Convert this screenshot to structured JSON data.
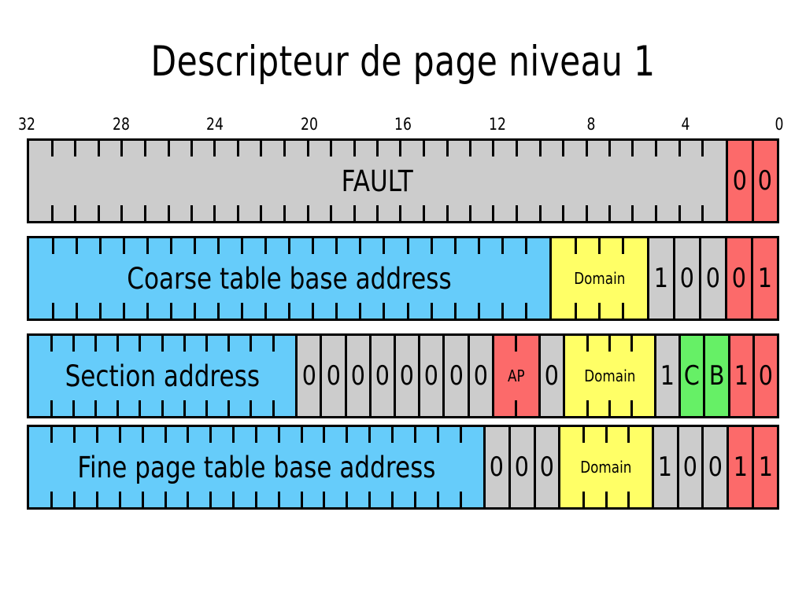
{
  "title": "Descripteur de page niveau 1",
  "colors": {
    "gray": "#cccccc",
    "blue": "#66ccfa",
    "yellow": "#ffff66",
    "red": "#fc6a6a",
    "green": "#66f066",
    "outline": "#000000",
    "background": "#ffffff"
  },
  "scale": {
    "bits_total": 32,
    "labels": [
      "32",
      "28",
      "24",
      "20",
      "16",
      "12",
      "8",
      "4",
      "0"
    ],
    "label_bits": [
      32,
      28,
      24,
      20,
      16,
      12,
      8,
      4,
      0
    ]
  },
  "rows": [
    {
      "name": "fault-descriptor",
      "cells": [
        {
          "label": "FAULT",
          "bits": 30,
          "color": "gray",
          "ticks": 30,
          "size": "wide-label"
        },
        {
          "label": "0",
          "bits": 1,
          "color": "red",
          "ticks": 1,
          "size": "normal"
        },
        {
          "label": "0",
          "bits": 1,
          "color": "red",
          "ticks": 1,
          "size": "normal"
        }
      ]
    },
    {
      "name": "coarse-page-table-descriptor",
      "cells": [
        {
          "label": "Coarse table base address",
          "bits": 22,
          "color": "blue",
          "ticks": 22,
          "size": "wide-label"
        },
        {
          "label": "Domain",
          "bits": 4,
          "color": "yellow",
          "ticks": 4,
          "size": "small"
        },
        {
          "label": "1",
          "bits": 1,
          "color": "gray",
          "ticks": 1,
          "size": "normal"
        },
        {
          "label": "0",
          "bits": 1,
          "color": "gray",
          "ticks": 1,
          "size": "normal"
        },
        {
          "label": "0",
          "bits": 1,
          "color": "gray",
          "ticks": 1,
          "size": "normal"
        },
        {
          "label": "0",
          "bits": 1,
          "color": "red",
          "ticks": 1,
          "size": "normal"
        },
        {
          "label": "1",
          "bits": 1,
          "color": "red",
          "ticks": 1,
          "size": "normal"
        }
      ]
    },
    {
      "name": "section-descriptor",
      "cells": [
        {
          "label": "Section address",
          "bits": 12,
          "color": "blue",
          "ticks": 12,
          "size": "wide-label"
        },
        {
          "label": "0",
          "bits": 1,
          "color": "gray",
          "ticks": 1,
          "size": "normal"
        },
        {
          "label": "0",
          "bits": 1,
          "color": "gray",
          "ticks": 1,
          "size": "normal"
        },
        {
          "label": "0",
          "bits": 1,
          "color": "gray",
          "ticks": 1,
          "size": "normal"
        },
        {
          "label": "0",
          "bits": 1,
          "color": "gray",
          "ticks": 1,
          "size": "normal"
        },
        {
          "label": "0",
          "bits": 1,
          "color": "gray",
          "ticks": 1,
          "size": "normal"
        },
        {
          "label": "0",
          "bits": 1,
          "color": "gray",
          "ticks": 1,
          "size": "normal"
        },
        {
          "label": "0",
          "bits": 1,
          "color": "gray",
          "ticks": 1,
          "size": "normal"
        },
        {
          "label": "0",
          "bits": 1,
          "color": "gray",
          "ticks": 1,
          "size": "normal"
        },
        {
          "label": "AP",
          "bits": 2,
          "color": "red",
          "ticks": 2,
          "size": "small"
        },
        {
          "label": "0",
          "bits": 1,
          "color": "gray",
          "ticks": 1,
          "size": "normal"
        },
        {
          "label": "Domain",
          "bits": 4,
          "color": "yellow",
          "ticks": 4,
          "size": "small"
        },
        {
          "label": "1",
          "bits": 1,
          "color": "gray",
          "ticks": 1,
          "size": "normal"
        },
        {
          "label": "C",
          "bits": 1,
          "color": "green",
          "ticks": 1,
          "size": "normal"
        },
        {
          "label": "B",
          "bits": 1,
          "color": "green",
          "ticks": 1,
          "size": "normal"
        },
        {
          "label": "1",
          "bits": 1,
          "color": "red",
          "ticks": 1,
          "size": "normal"
        },
        {
          "label": "0",
          "bits": 1,
          "color": "red",
          "ticks": 1,
          "size": "normal"
        }
      ]
    },
    {
      "name": "fine-page-table-descriptor",
      "cells": [
        {
          "label": "Fine page table base address",
          "bits": 20,
          "color": "blue",
          "ticks": 20,
          "size": "wide-label"
        },
        {
          "label": "0",
          "bits": 1,
          "color": "gray",
          "ticks": 1,
          "size": "normal"
        },
        {
          "label": "0",
          "bits": 1,
          "color": "gray",
          "ticks": 1,
          "size": "normal"
        },
        {
          "label": "0",
          "bits": 1,
          "color": "gray",
          "ticks": 1,
          "size": "normal"
        },
        {
          "label": "Domain",
          "bits": 4,
          "color": "yellow",
          "ticks": 4,
          "size": "small"
        },
        {
          "label": "1",
          "bits": 1,
          "color": "gray",
          "ticks": 1,
          "size": "normal"
        },
        {
          "label": "0",
          "bits": 1,
          "color": "gray",
          "ticks": 1,
          "size": "normal"
        },
        {
          "label": "0",
          "bits": 1,
          "color": "gray",
          "ticks": 1,
          "size": "normal"
        },
        {
          "label": "1",
          "bits": 1,
          "color": "red",
          "ticks": 1,
          "size": "normal"
        },
        {
          "label": "1",
          "bits": 1,
          "color": "red",
          "ticks": 1,
          "size": "normal"
        }
      ]
    }
  ]
}
